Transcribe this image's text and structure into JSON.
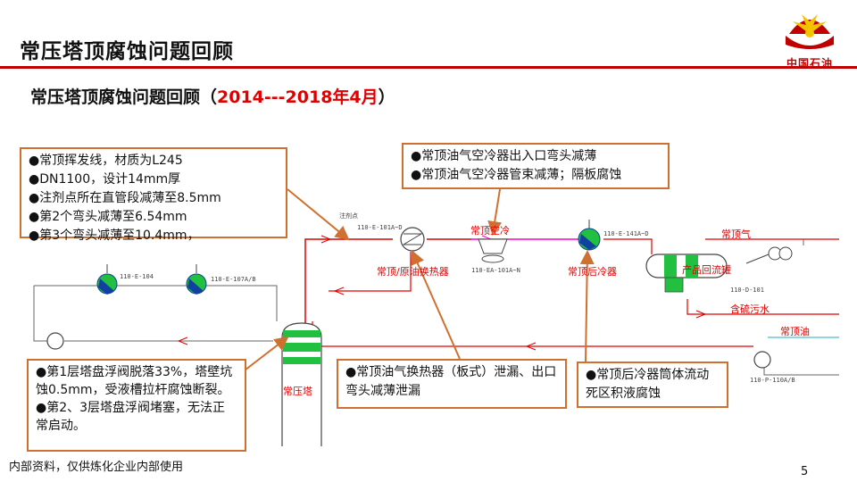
{
  "header": {
    "title": "常压塔顶腐蚀问题回顾",
    "logo_text": "中国石油",
    "logo_colors": {
      "red": "#c00000",
      "yellow": "#f3c300"
    }
  },
  "subtitle": {
    "main": "常压塔顶腐蚀问题回顾（",
    "highlight": "2014---2018年4月",
    "close": "）"
  },
  "boxes": {
    "volatile_line": [
      "●常顶挥发线，材质为L245",
      "●DN1100，设计14mm厚",
      "●注剂点所在直管段减薄至8.5mm",
      "●第2个弯头减薄至6.54mm",
      "●第3个弯头减薄至10.4mm，"
    ],
    "air_cooler": [
      "●常顶油气空冷器出入口弯头减薄",
      "●常顶油气空冷器管束减薄；隔板腐蚀"
    ],
    "tower_trays": [
      "●第1层塔盘浮阀脱落33%，塔壁坑蚀0.5mm，受液槽拉杆腐蚀断裂。",
      "●第2、3层塔盘浮阀堵塞，无法正常启动。"
    ],
    "heat_exchanger": [
      "●常顶油气换热器（板式）泄漏、出口弯头减薄泄漏"
    ],
    "after_cooler": [
      "●常顶后冷器筒体流动死区积液腐蚀"
    ]
  },
  "diagram": {
    "labels": {
      "top_exchanger": "常顶/原油换热器",
      "air_cooler": "常顶空冷",
      "after_cooler": "常顶后冷器",
      "reflux_tank": "产品回流罐",
      "top_gas": "常顶气",
      "sour_water": "含硫污水",
      "top_oil": "常顶油",
      "tower": "常压塔"
    },
    "tags": {
      "injection": "注剂点",
      "e101": "110-E-101A~D",
      "ea101": "110-EA-101A~N",
      "e141": "110-E-141A~D",
      "e104": "110-E-104",
      "e107": "110-E-107A/B",
      "d101": "110-D-101",
      "p110": "110-P-110A/B"
    },
    "colors": {
      "orange": "#d07030",
      "red_line": "#e00000",
      "pink_line": "#ff00cc",
      "cyan_line": "#6ec6d6",
      "green": "#22c040",
      "blue": "#1040a0"
    }
  },
  "footer": {
    "note": "内部资料，仅供炼化企业内部使用",
    "page": "5"
  }
}
